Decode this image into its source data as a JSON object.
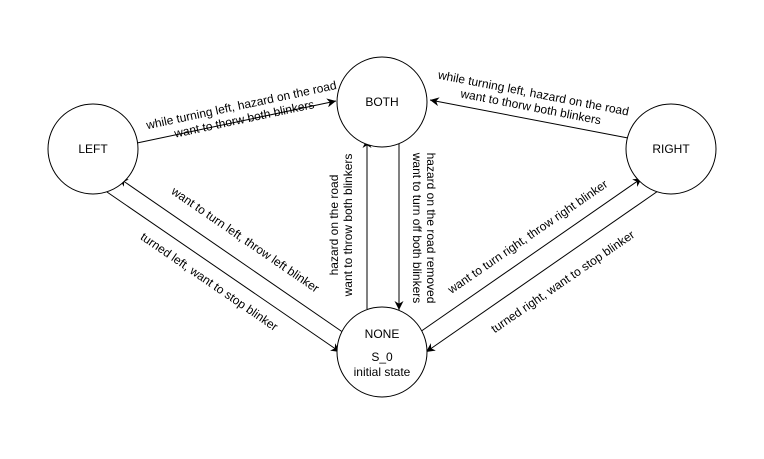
{
  "colors": {
    "stroke": "#000000",
    "fill": "#ffffff",
    "text": "#000000"
  },
  "states": {
    "left": {
      "label": "LEFT"
    },
    "both": {
      "label": "BOTH"
    },
    "right": {
      "label": "RIGHT"
    },
    "none": {
      "label": "NONE",
      "sublabel1": "S_0",
      "sublabel2": "initial state"
    }
  },
  "transitions": {
    "left_to_both": {
      "line1": "while turning left, hazard on the road",
      "line2": "want to thorw both blinkers"
    },
    "right_to_both": {
      "line1": "while turning left, hazard on the road",
      "line2": "want to thorw both blinkers"
    },
    "none_to_both": {
      "line1": "hazard on the road",
      "line2": "want to throw both blinkers"
    },
    "both_to_none": {
      "line1": "hazard on the road removed",
      "line2": "want to turn off both blinkers"
    },
    "none_to_left": {
      "line1": "want to turn left, throw left blinker"
    },
    "left_to_none": {
      "line1": "turned left, want to stop blinker"
    },
    "none_to_right": {
      "line1": "want to turn right, throw right blinker"
    },
    "right_to_none": {
      "line1": "turned right, want to stop blinker"
    }
  }
}
